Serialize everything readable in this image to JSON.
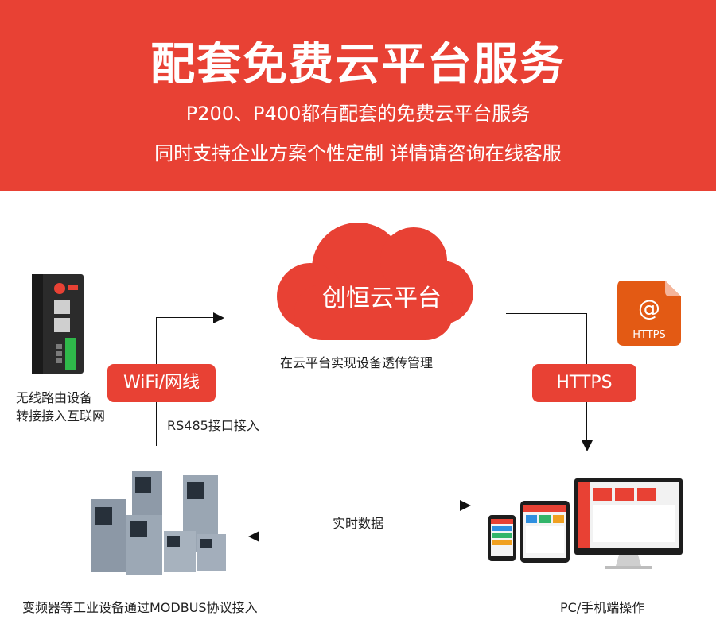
{
  "banner": {
    "title": "配套免费云平台服务",
    "subtitle1": "P200、P400都有配套的免费云平台服务",
    "subtitle2": "同时支持企业方案个性定制  详情请咨询在线客服"
  },
  "cloud": {
    "label": "创恒云平台",
    "caption": "在云平台实现设备透传管理"
  },
  "router": {
    "caption_line1": "无线路由设备",
    "caption_line2": "转接接入互联网"
  },
  "wifi_pill": {
    "label": "WiFi/网线"
  },
  "rs485": {
    "label": "RS485接口接入"
  },
  "https_pill": {
    "label": "HTTPS"
  },
  "https_icon": {
    "symbol": "@",
    "text": "HTTPS"
  },
  "realtime": {
    "label": "实时数据"
  },
  "inverters": {
    "caption": "变频器等工业设备通过MODBUS协议接入"
  },
  "devices": {
    "caption": "PC/手机端操作"
  },
  "colors": {
    "brand_red": "#e84134",
    "icon_orange": "#e35a14"
  }
}
